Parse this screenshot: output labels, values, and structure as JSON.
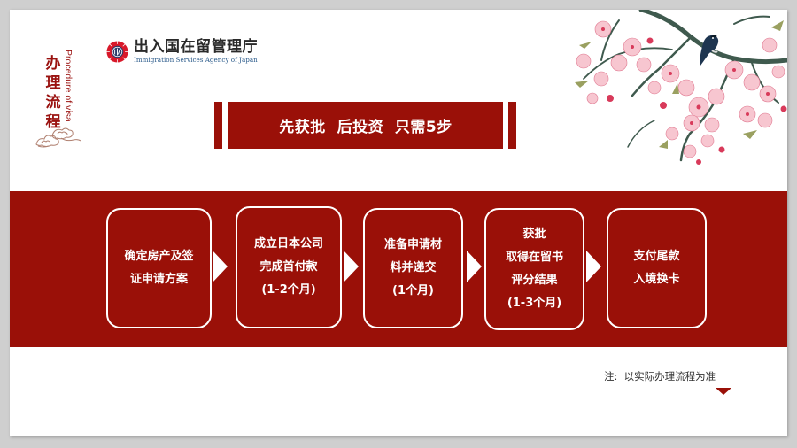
{
  "header": {
    "section_title_cn": [
      "办",
      "理",
      "流",
      "程"
    ],
    "section_title_en": "Procedure of visa",
    "logo": {
      "name_jp": "出入国在留管理庁",
      "name_en": "Immigration Services Agency of Japan"
    }
  },
  "banner": {
    "text": "先获批  后投资  只需5步"
  },
  "steps": [
    {
      "lines": [
        "确定房产及签",
        "证申请方案"
      ]
    },
    {
      "lines": [
        "成立日本公司",
        "完成首付款",
        "(1-2个月)"
      ]
    },
    {
      "lines": [
        "准备申请材",
        "料并递交",
        "(1个月)"
      ]
    },
    {
      "lines": [
        "获批",
        "取得在留书",
        "评分结果",
        "(1-3个月)"
      ]
    },
    {
      "lines": [
        "支付尾款",
        "入境换卡"
      ]
    }
  ],
  "note": {
    "text": "注:  以实际办理流程为准"
  },
  "colors": {
    "brand_red": "#9a1008",
    "text_dark": "#333333",
    "white": "#ffffff"
  }
}
